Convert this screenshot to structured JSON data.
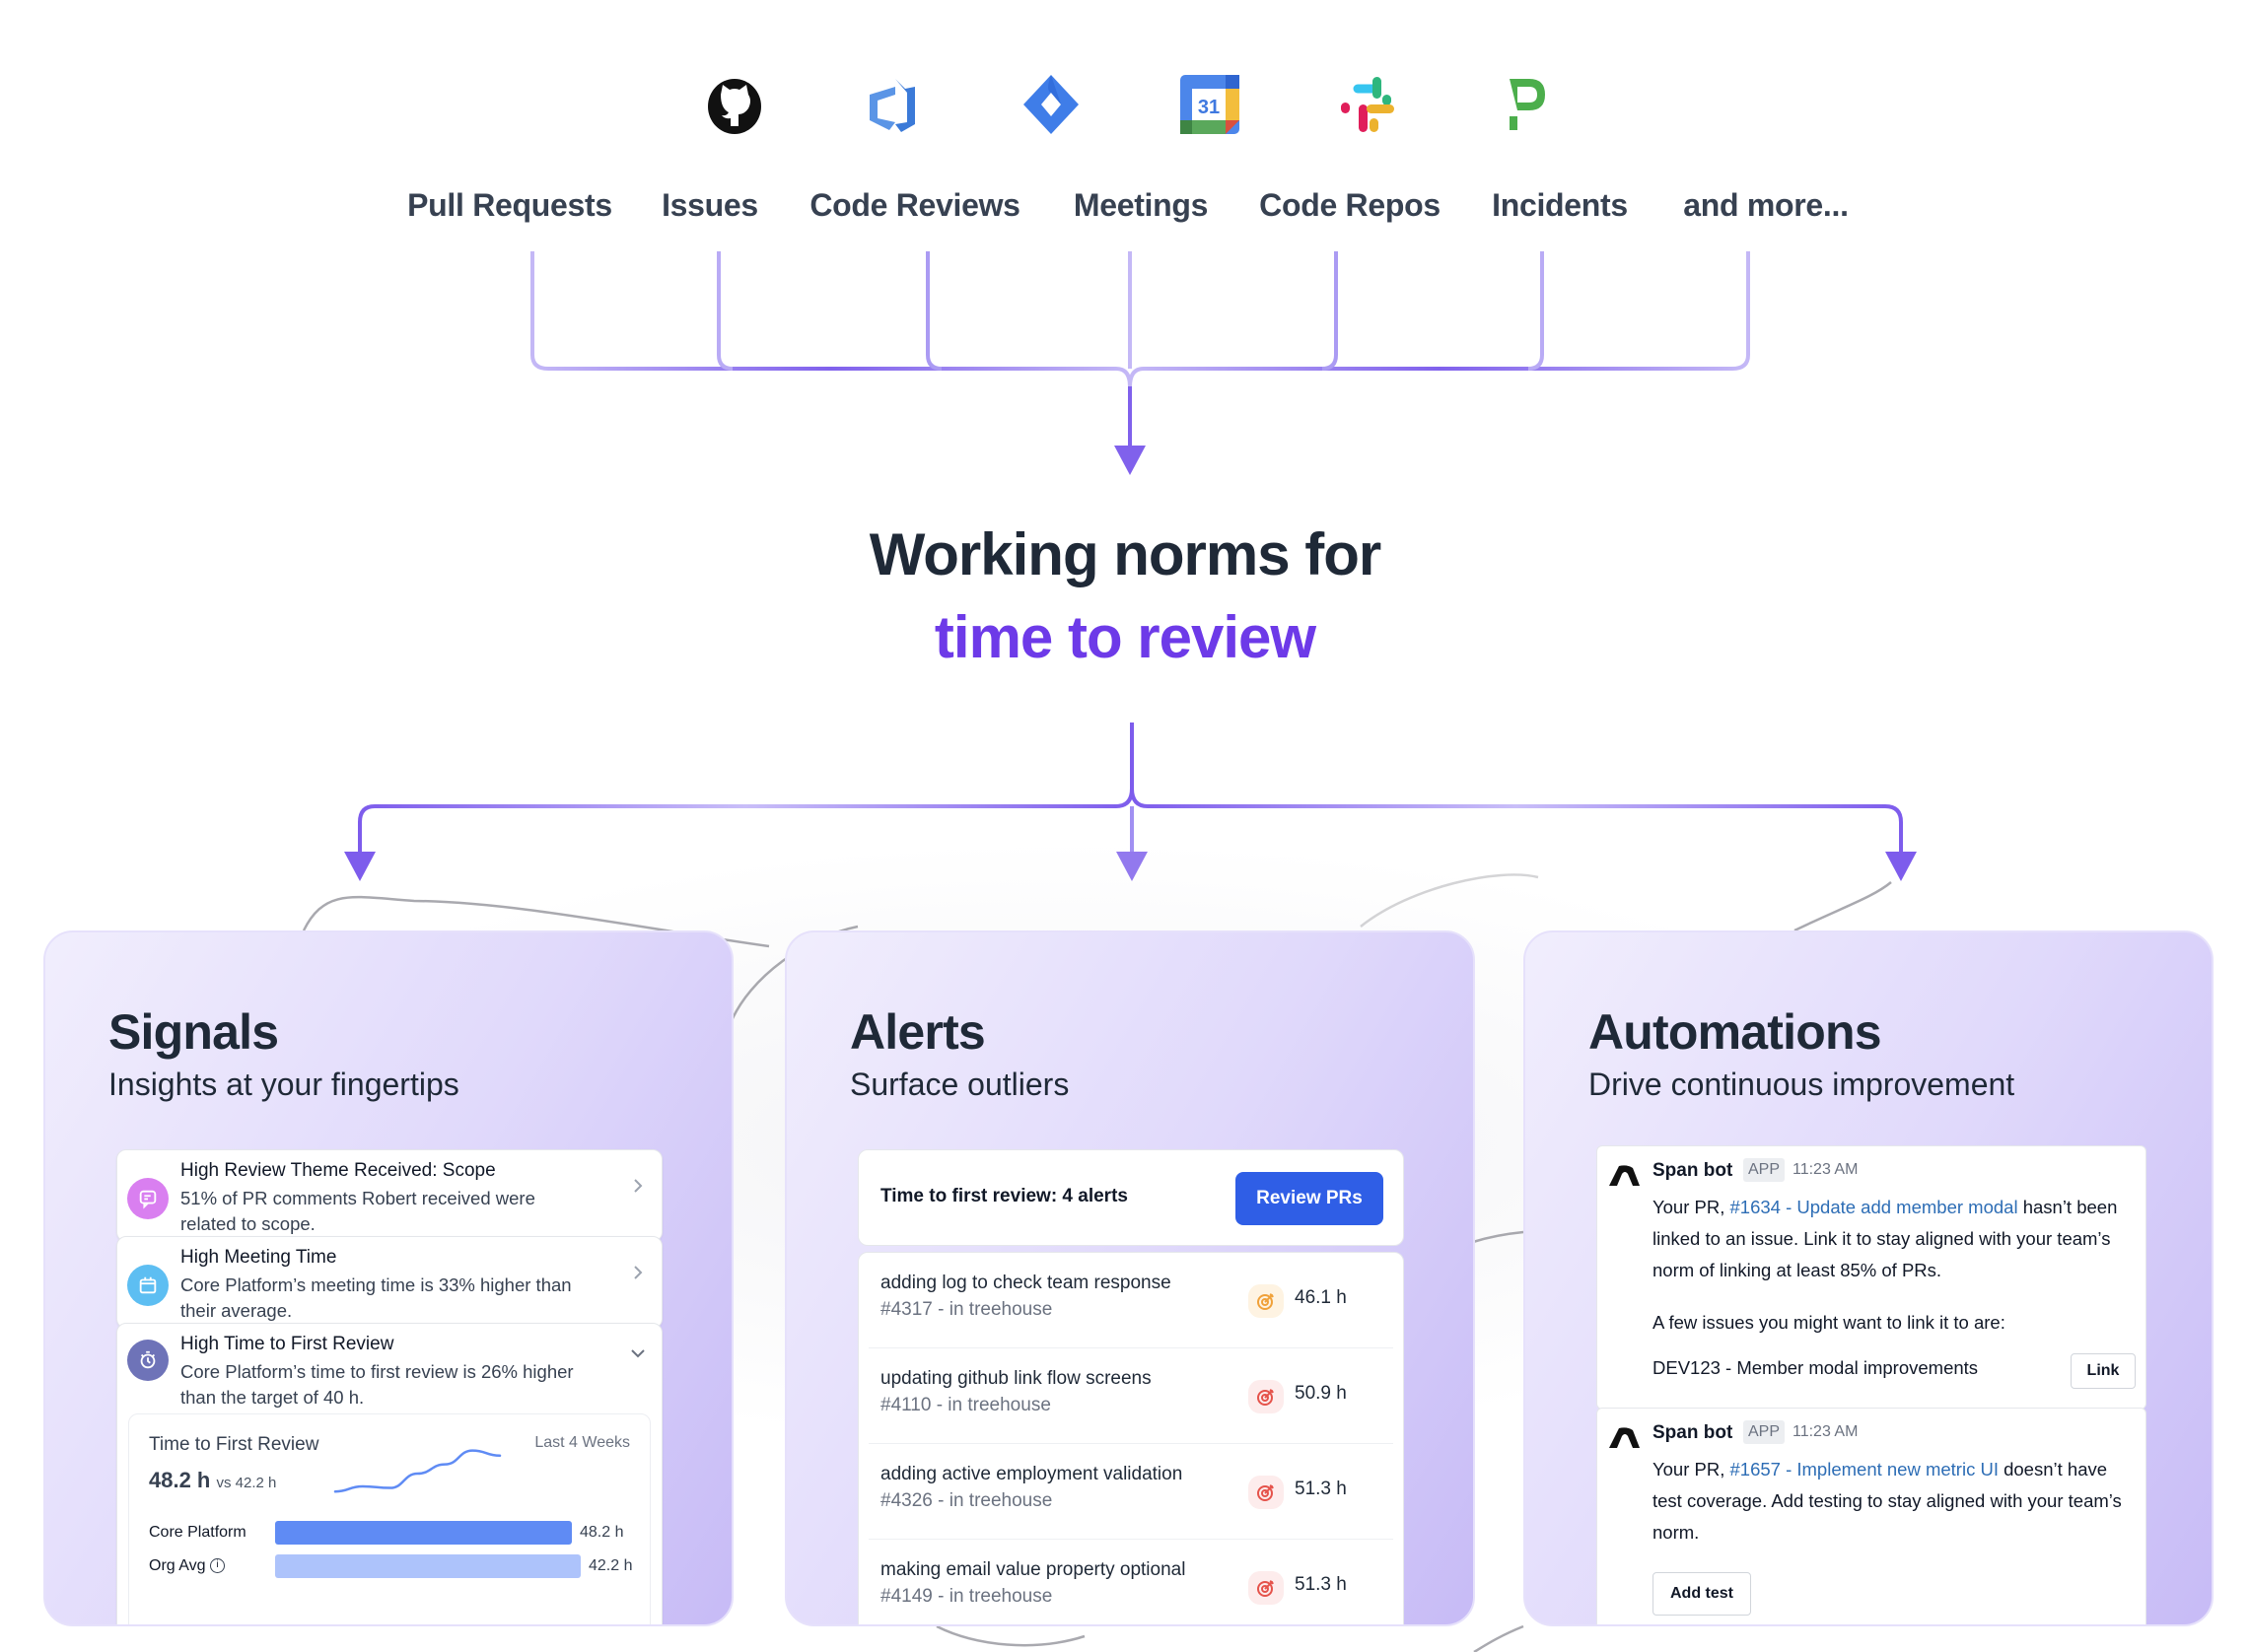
{
  "integrations": [
    {
      "icon": "github-icon",
      "label": "Pull Requests"
    },
    {
      "icon": "azure-devops-icon",
      "label": "Issues"
    },
    {
      "icon": "jira-icon",
      "label": "Code Reviews"
    },
    {
      "icon": "google-calendar-icon",
      "label": "Meetings"
    },
    {
      "icon": "slack-icon",
      "label": "Code Repos"
    },
    {
      "icon": "pagerduty-icon",
      "label": "Incidents"
    },
    {
      "icon": null,
      "label": "and more..."
    }
  ],
  "calendar_day": "31",
  "hero": {
    "line1": "Working norms for",
    "line2": "time to review"
  },
  "colors": {
    "accent_purple": "#6d3ae8",
    "connector_light": "#c4b8f6",
    "connector_dark": "#7c5ceb",
    "primary_blue": "#2f5ee6",
    "bar_primary": "#5f8bf4",
    "bar_secondary": "#adc3fb",
    "link_blue": "#2d6db5"
  },
  "cards": {
    "signals": {
      "title": "Signals",
      "subtitle": "Insights at your fingertips",
      "items": [
        {
          "icon": "comment-icon",
          "title": "High Review Theme Received: Scope",
          "description": "51% of PR comments Robert received were related to scope.",
          "state": "collapsed"
        },
        {
          "icon": "calendar-icon",
          "title": "High Meeting Time",
          "description": "Core Platform’s meeting time is 33% higher than their average.",
          "state": "collapsed"
        },
        {
          "icon": "stopwatch-icon",
          "title": "High Time to First Review",
          "description": "Core Platform’s time to first review is 26% higher than the target of 40 h.",
          "state": "expanded"
        }
      ],
      "metric": {
        "title": "Time to First Review",
        "range": "Last 4 Weeks",
        "value": "48.2 h",
        "comparison": "vs 42.2 h",
        "trend": [
          0.15,
          0.25,
          0.22,
          0.5,
          0.68,
          0.95,
          0.85
        ],
        "bars": [
          {
            "label": "Core Platform",
            "value": 48.2,
            "display": "48.2 h",
            "info": false
          },
          {
            "label": "Org Avg",
            "value": 42.2,
            "display": "42.2 h",
            "info": true
          }
        ]
      }
    },
    "alerts": {
      "title": "Alerts",
      "subtitle": "Surface outliers",
      "header": "Time to first review: 4 alerts",
      "button": "Review PRs",
      "items": [
        {
          "title": "adding log to check team response",
          "meta": "#4317 - in treehouse",
          "value": "46.1 h",
          "severity": "warning"
        },
        {
          "title": "updating github link flow screens",
          "meta": "#4110 - in treehouse",
          "value": "50.9 h",
          "severity": "critical"
        },
        {
          "title": "adding active employment validation",
          "meta": "#4326 - in treehouse",
          "value": "51.3 h",
          "severity": "critical"
        },
        {
          "title": "making email value property optional",
          "meta": "#4149 - in treehouse",
          "value": "51.3 h",
          "severity": "critical"
        }
      ]
    },
    "automations": {
      "title": "Automations",
      "subtitle": "Drive continuous improvement",
      "messages": [
        {
          "bot": "Span bot",
          "tag": "APP",
          "time": "11:23 AM",
          "prefix": "Your PR, ",
          "link": "#1634 - Update add member modal",
          "suffix": " hasn’t been linked to an issue. Link it to stay aligned with your team’s norm of linking at least 85% of PRs.",
          "followup": "A few issues you might want to link it to are:",
          "issue": "DEV123 - Member modal improvements",
          "issue_button": "Link"
        },
        {
          "bot": "Span bot",
          "tag": "APP",
          "time": "11:23 AM",
          "prefix": "Your PR, ",
          "link": "#1657 - Implement new metric UI",
          "suffix": " doesn’t have test coverage. Add testing to stay aligned with your team’s norm.",
          "button": "Add test"
        }
      ]
    }
  }
}
